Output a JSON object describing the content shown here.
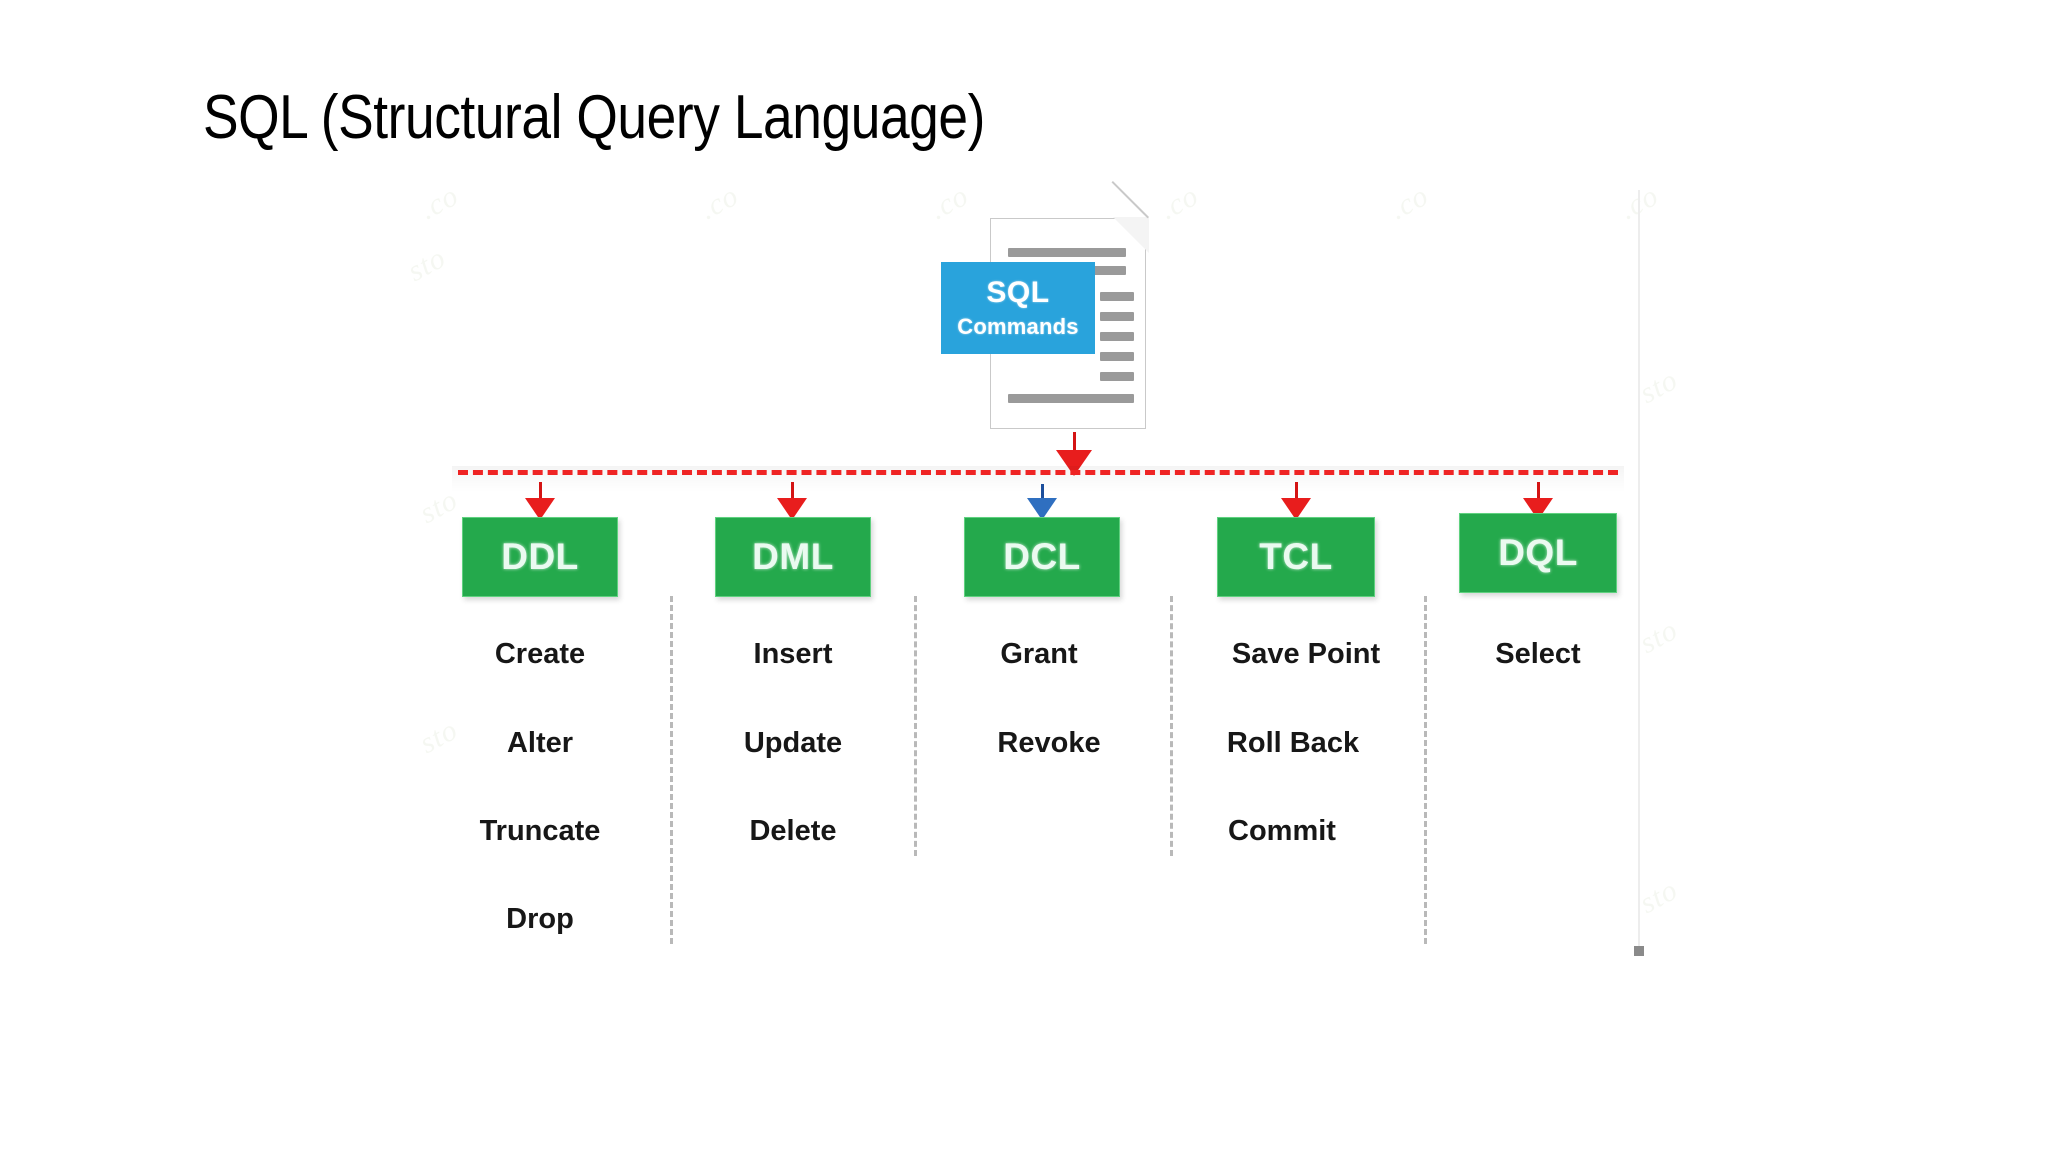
{
  "page": {
    "title": "SQL (Structural Query Language)",
    "background": "#ffffff"
  },
  "source_node": {
    "icon": "document-icon",
    "badge_line1": "SQL",
    "badge_line2": "Commands",
    "badge_color": "#29A3DC"
  },
  "bus": {
    "style": "dashed",
    "color": "#ef2424",
    "label": "sql-command-distribution-line"
  },
  "colors": {
    "category_green": "#24A94C",
    "category_text": "#eafaf0",
    "arrow_red": "#e81d1d",
    "arrow_blue": "#2f6fc0",
    "separator_gray": "#b9b9b9",
    "command_text": "#171717"
  },
  "categories": [
    {
      "key": "ddl",
      "label": "DDL",
      "arrow": "red",
      "commands": [
        "Create",
        "Alter",
        "Truncate",
        "Drop"
      ]
    },
    {
      "key": "dml",
      "label": "DML",
      "arrow": "red",
      "commands": [
        "Insert",
        "Update",
        "Delete"
      ]
    },
    {
      "key": "dcl",
      "label": "DCL",
      "arrow": "blue",
      "commands": [
        "Grant",
        "Revoke"
      ]
    },
    {
      "key": "tcl",
      "label": "TCL",
      "arrow": "red",
      "commands": [
        "Save Point",
        "Roll Back",
        "Commit"
      ]
    },
    {
      "key": "dql",
      "label": "DQL",
      "arrow": "red",
      "commands": [
        "Select"
      ]
    }
  ],
  "watermark": {
    "text": ".co",
    "text2": "sto"
  }
}
